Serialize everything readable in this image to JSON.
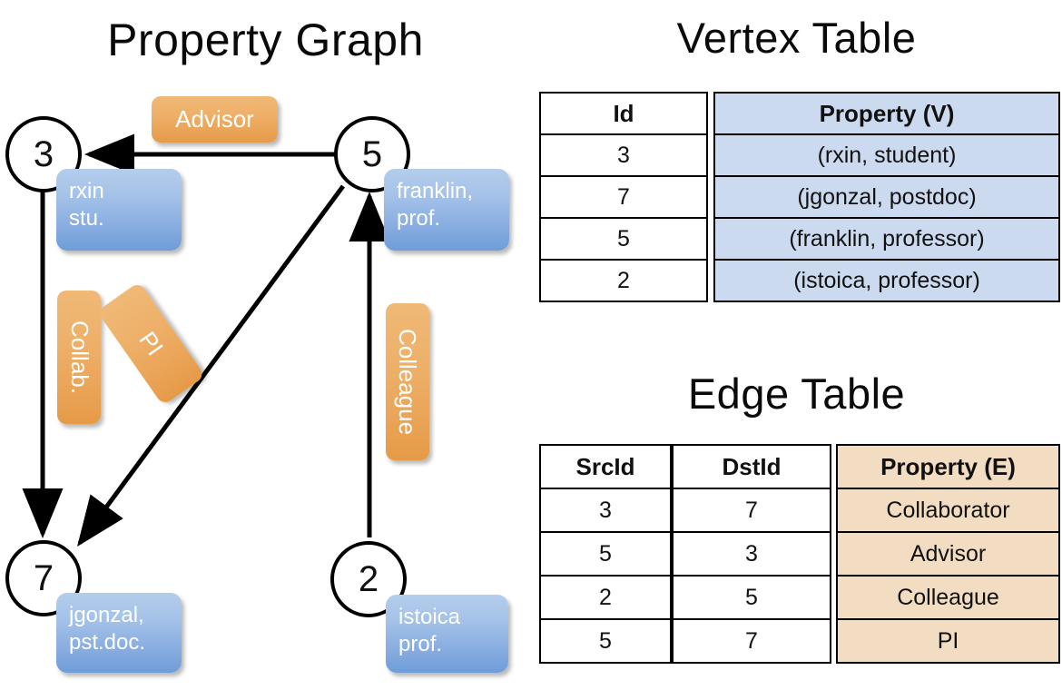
{
  "titles": {
    "property_graph": "Property Graph",
    "vertex_table": "Vertex Table",
    "edge_table": "Edge Table"
  },
  "graph": {
    "nodes": [
      {
        "id": "3",
        "label": "3",
        "property_lines": [
          "rxin",
          "stu."
        ]
      },
      {
        "id": "5",
        "label": "5",
        "property_lines": [
          "franklin,",
          "prof."
        ]
      },
      {
        "id": "7",
        "label": "7",
        "property_lines": [
          "jgonzal,",
          "pst.doc."
        ]
      },
      {
        "id": "2",
        "label": "2",
        "property_lines": [
          "istoica",
          "prof."
        ]
      }
    ],
    "vertex_boxes": {
      "rxin": "rxin\nstu.",
      "rxin_line1": "rxin",
      "rxin_line2": "stu.",
      "franklin_line1": "franklin,",
      "franklin_line2": "prof.",
      "jgonzal_line1": "jgonzal,",
      "jgonzal_line2": "pst.doc.",
      "istoica_line1": "istoica",
      "istoica_line2": "prof."
    },
    "edge_labels": {
      "advisor": "Advisor",
      "collab": "Collab.",
      "pi": "PI",
      "colleague": "Colleague"
    },
    "edges": [
      {
        "from": "5",
        "to": "3",
        "label": "Advisor"
      },
      {
        "from": "3",
        "to": "7",
        "label": "Collab."
      },
      {
        "from": "5",
        "to": "7",
        "label": "PI"
      },
      {
        "from": "2",
        "to": "5",
        "label": "Colleague"
      }
    ]
  },
  "vertex_table": {
    "headers": [
      "Id",
      "Property (V)"
    ],
    "rows": [
      {
        "id": "3",
        "property": "(rxin, student)"
      },
      {
        "id": "7",
        "property": "(jgonzal, postdoc)"
      },
      {
        "id": "5",
        "property": "(franklin, professor)"
      },
      {
        "id": "2",
        "property": "(istoica, professor)"
      }
    ]
  },
  "edge_table": {
    "headers": [
      "SrcId",
      "DstId",
      "Property (E)"
    ],
    "rows": [
      {
        "src": "3",
        "dst": "7",
        "property": "Collaborator"
      },
      {
        "src": "5",
        "dst": "3",
        "property": "Advisor"
      },
      {
        "src": "2",
        "dst": "5",
        "property": "Colleague"
      },
      {
        "src": "5",
        "dst": "7",
        "property": "PI"
      }
    ]
  },
  "colors": {
    "vertex_box": "#8fb4e3",
    "edge_box": "#eca95c",
    "vertex_table_fill": "#ccdaef",
    "edge_table_fill": "#f3ddc2",
    "stroke": "#000000",
    "background": "#ffffff"
  }
}
